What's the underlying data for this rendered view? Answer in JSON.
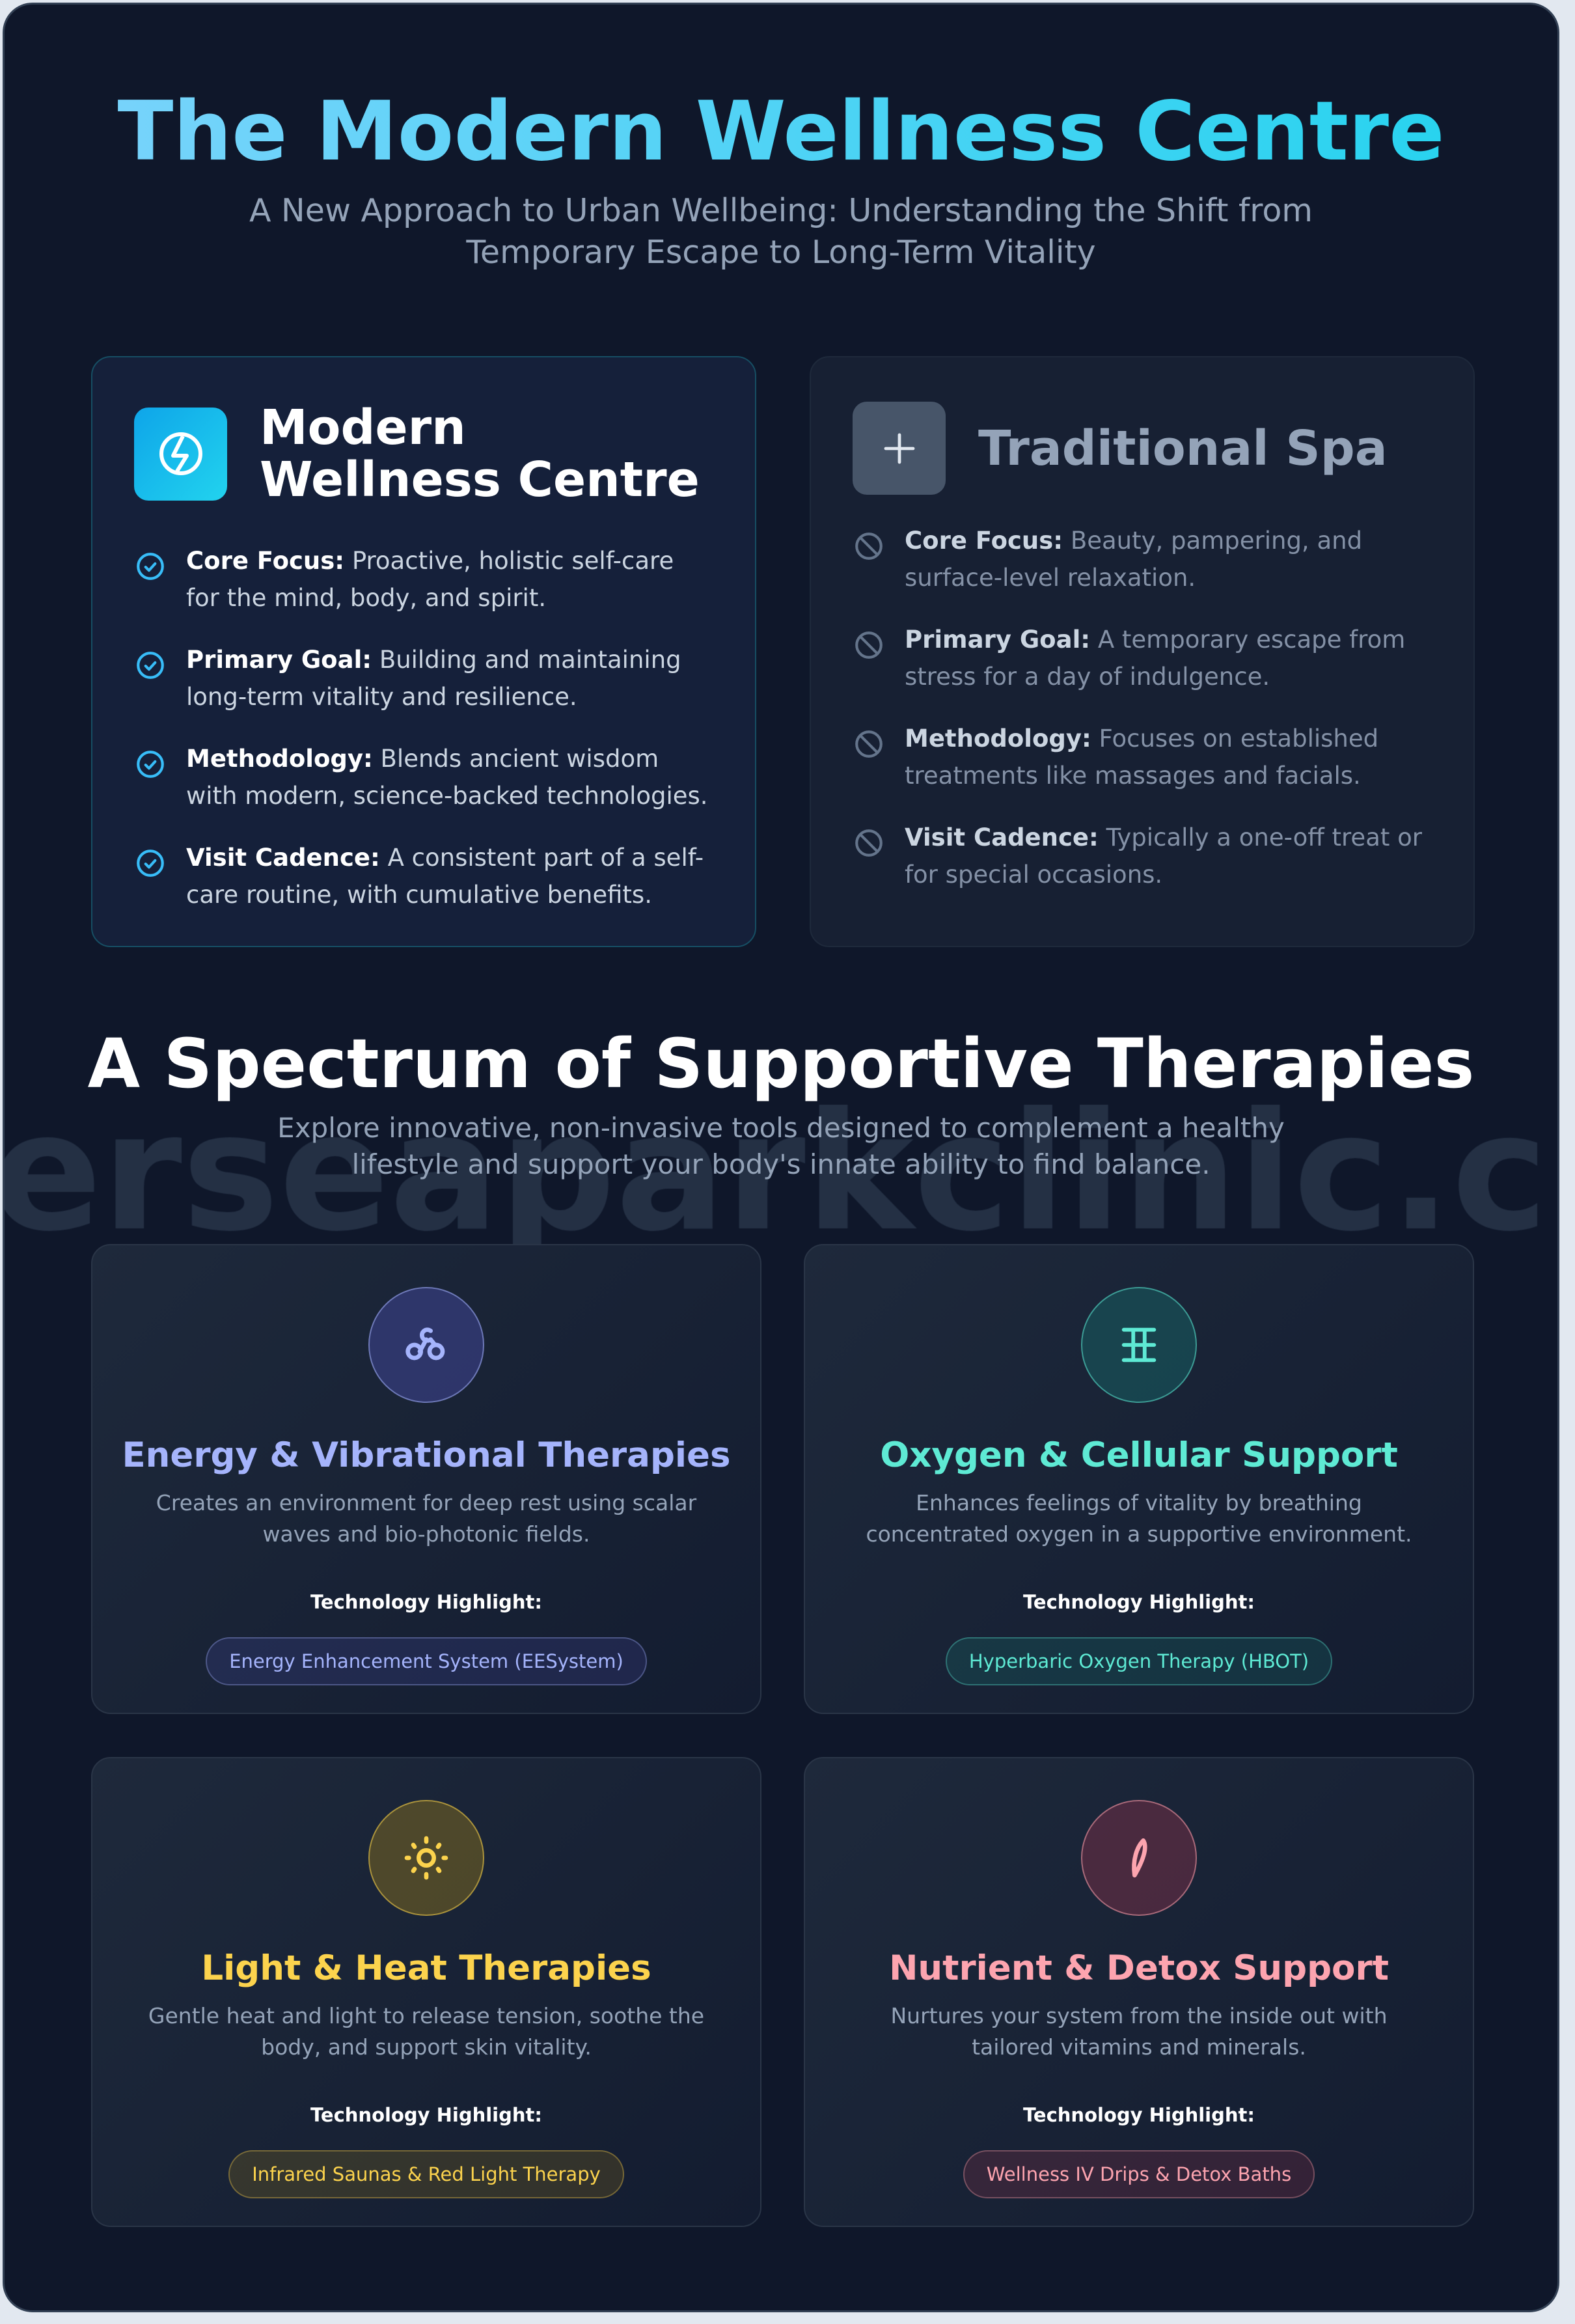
{
  "header": {
    "title": "The Modern Wellness Centre",
    "subtitle": "A New Approach to Urban Wellbeing: Understanding the Shift from Temporary Escape to Long-Term Vitality"
  },
  "comparison": {
    "modern": {
      "title": "Modern Wellness Centre",
      "icon": "bolt-circle-icon",
      "accent": "#38bdf8",
      "items": [
        {
          "label": "Core Focus:",
          "text": " Proactive, holistic self-care for the mind, body, and spirit."
        },
        {
          "label": "Primary Goal:",
          "text": " Building and maintaining long-term vitality and resilience."
        },
        {
          "label": "Methodology:",
          "text": " Blends ancient wisdom with modern, science-backed technologies."
        },
        {
          "label": "Visit Cadence:",
          "text": " A consistent part of a self-care routine, with cumulative benefits."
        }
      ]
    },
    "traditional": {
      "title": "Traditional Spa",
      "icon": "plus-icon",
      "items": [
        {
          "label": "Core Focus:",
          "text": " Beauty, pampering, and surface-level relaxation."
        },
        {
          "label": "Primary Goal:",
          "text": " A temporary escape from stress for a day of indulgence."
        },
        {
          "label": "Methodology:",
          "text": " Focuses on established treatments like massages and facials."
        },
        {
          "label": "Visit Cadence:",
          "text": " Typically a one-off treat or for special occasions."
        }
      ]
    }
  },
  "watermark": "erseaparkclinic.c",
  "therapies": {
    "title": "A Spectrum of Supportive Therapies",
    "subtitle": "Explore innovative, non-invasive tools designed to complement a healthy lifestyle and support your body's innate ability to find balance.",
    "highlight_label": "Technology Highlight:",
    "cards": [
      {
        "title": "Energy & Vibrational Therapies",
        "desc": "Creates an environment for deep rest using scalar waves and bio-photonic fields.",
        "tech": "Energy Enhancement System (EESystem)",
        "icon": "molecule-icon",
        "color": "#a5b4fc"
      },
      {
        "title": "Oxygen & Cellular Support",
        "desc": "Enhances feelings of vitality by breathing concentrated oxygen in a supportive environment.",
        "tech": "Hyperbaric Oxygen Therapy (HBOT)",
        "icon": "chamber-icon",
        "color": "#5eead4"
      },
      {
        "title": "Light & Heat Therapies",
        "desc": "Gentle heat and light to release tension, soothe the body, and support skin vitality.",
        "tech": "Infrared Saunas & Red Light Therapy",
        "icon": "sun-icon",
        "color": "#fcd34d"
      },
      {
        "title": "Nutrient & Detox Support",
        "desc": "Nurtures your system from the inside out with tailored vitamins and minerals.",
        "tech": "Wellness IV Drips & Detox Baths",
        "icon": "leaf-icon",
        "color": "#fda4af"
      }
    ]
  }
}
